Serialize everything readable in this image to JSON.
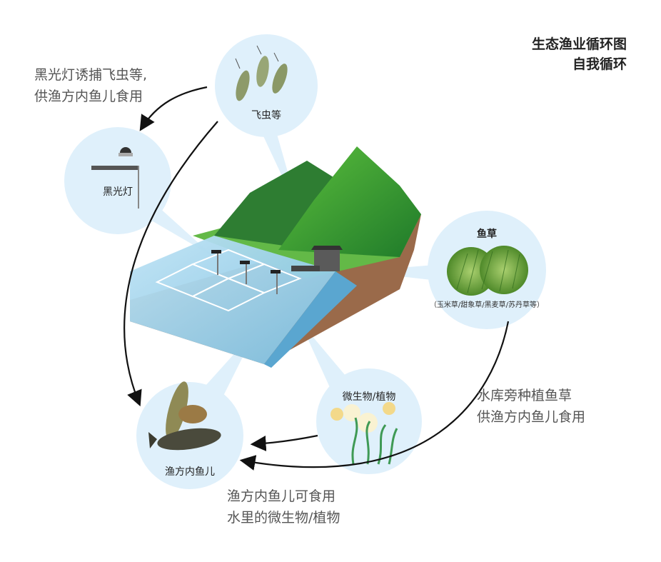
{
  "title": {
    "line1": "生态渔业循环图",
    "line2": "自我循环"
  },
  "notes": {
    "lamp_note": {
      "line1": "黑光灯诱捕飞虫等,",
      "line2": "供渔方内鱼儿食用"
    },
    "grass_note": {
      "line1": "水库旁种植鱼草",
      "line2": "供渔方内鱼儿食用"
    },
    "fish_note": {
      "line1": "渔方内鱼儿可食用",
      "line2": "水里的微生物/植物"
    }
  },
  "nodes": {
    "insects": "飞虫等",
    "lamp": "黑光灯",
    "grass": "鱼草",
    "grass_types": "（玉米草/甜象草/黑麦草/苏丹草等）",
    "microbes": "微生物/植物",
    "fish": "渔方内鱼儿"
  },
  "colors": {
    "bubble": "#dff0fb",
    "mountain": "#3a9a3a",
    "water": "#a7d4ec",
    "soil": "#9a6a4a",
    "arrow": "#111111"
  }
}
